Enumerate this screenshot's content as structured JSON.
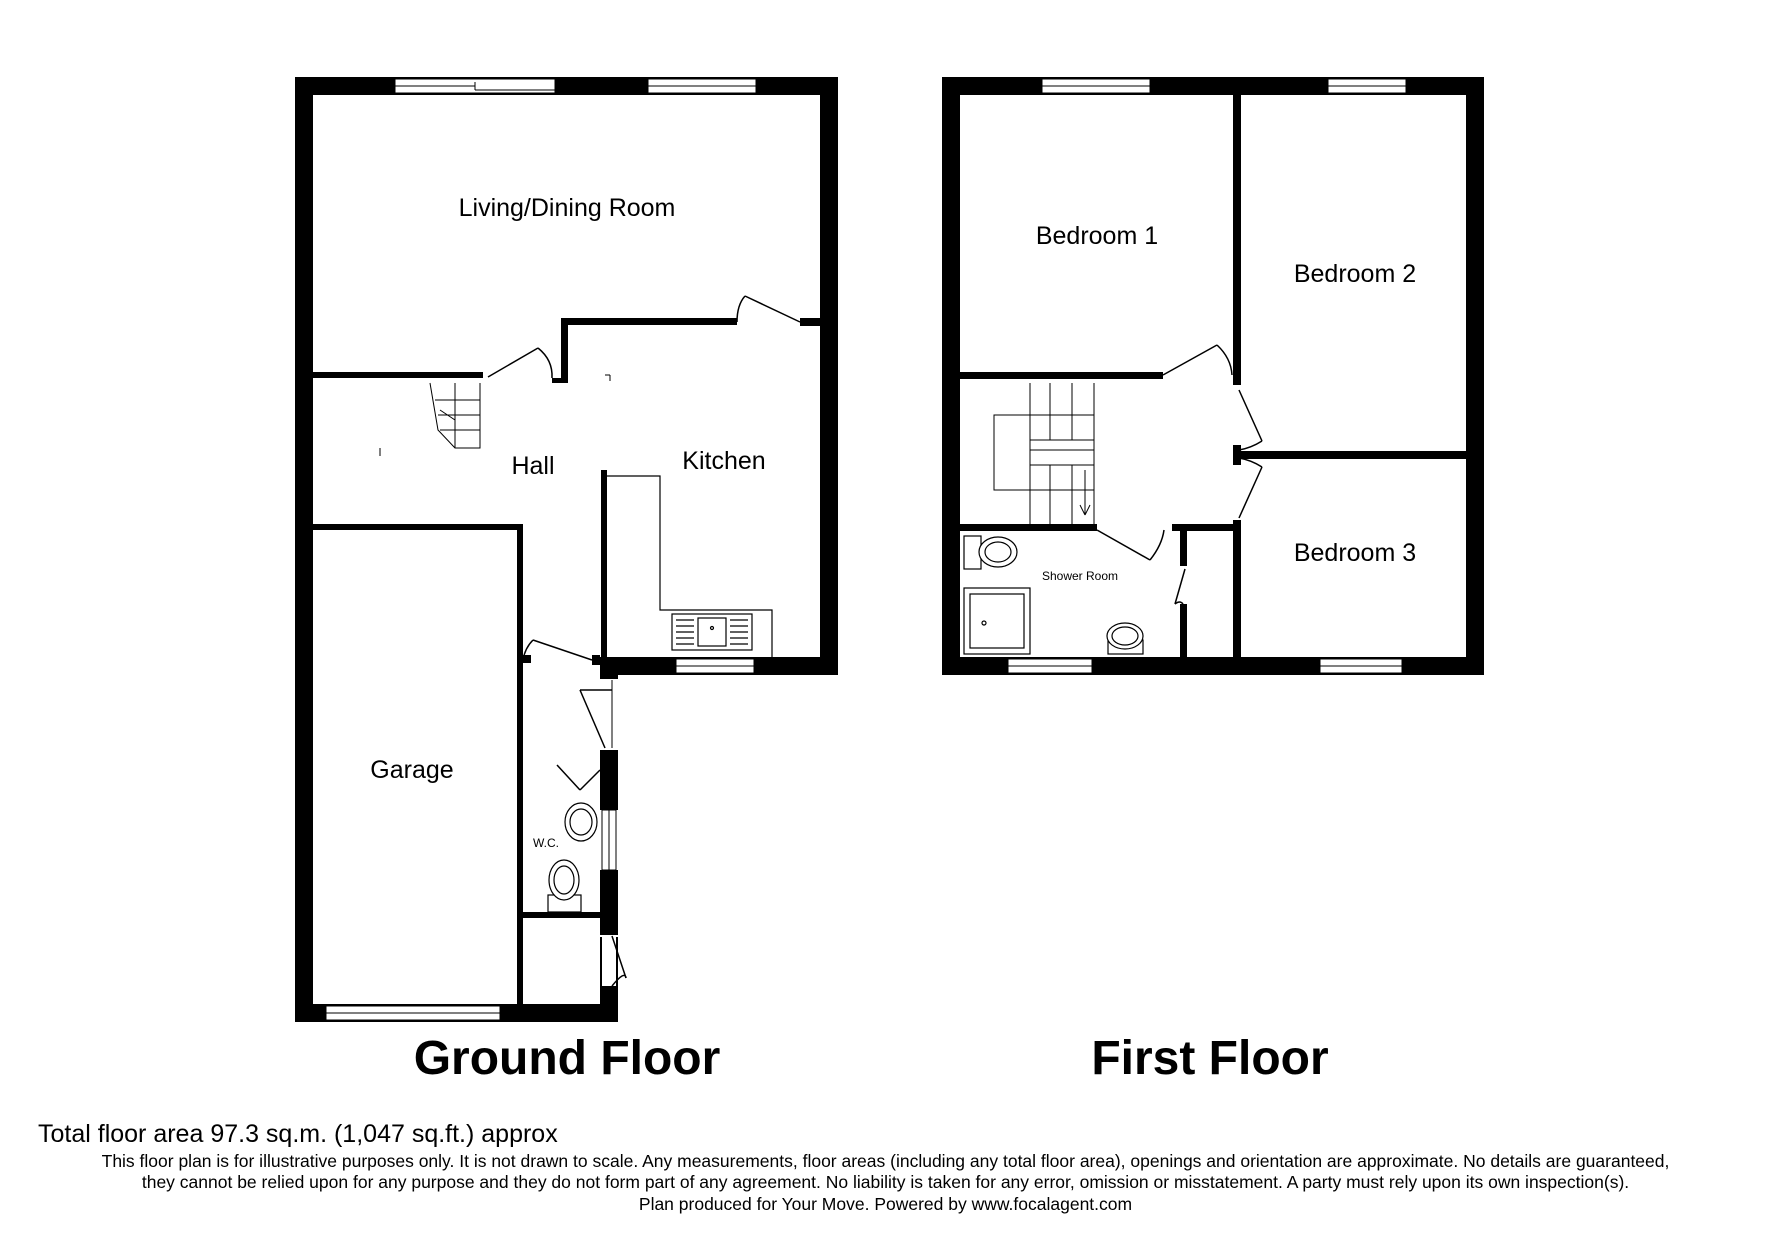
{
  "floors": {
    "ground": {
      "title": "Ground Floor",
      "rooms": {
        "living_dining": "Living/Dining Room",
        "hall": "Hall",
        "kitchen": "Kitchen",
        "garage": "Garage",
        "wc": "W.C."
      }
    },
    "first": {
      "title": "First Floor",
      "rooms": {
        "bedroom1": "Bedroom 1",
        "bedroom2": "Bedroom 2",
        "bedroom3": "Bedroom 3",
        "shower_room": "Shower Room"
      }
    }
  },
  "footer": {
    "total_area": "Total floor area 97.3 sq.m. (1,047 sq.ft.) approx",
    "disclaimer_line1": "This floor plan is for illustrative purposes only. It is not drawn to scale. Any measurements, floor areas (including any total floor area), openings and orientation are approximate. No details are guaranteed,",
    "disclaimer_line2": "they cannot be relied upon for any purpose and they do not form part of any agreement. No liability is taken for any error, omission or misstatement. A party must rely upon its own inspection(s).",
    "credit": "Plan produced for Your Move. Powered by www.focalagent.com"
  }
}
